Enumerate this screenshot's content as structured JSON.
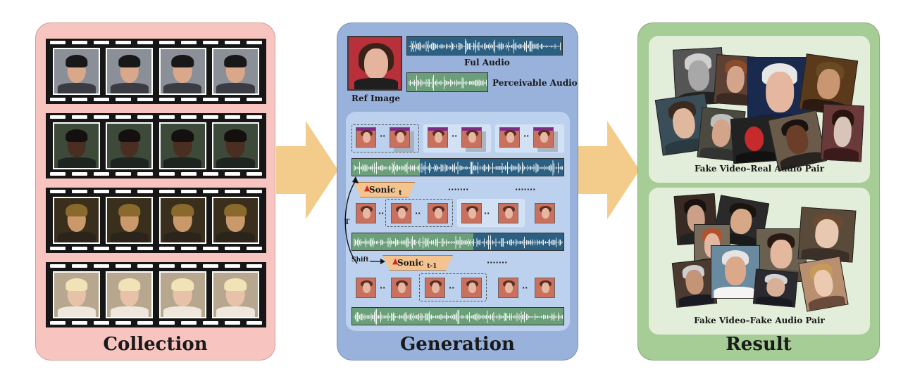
{
  "panels": {
    "collection": {
      "title": "Collection"
    },
    "generation": {
      "title": "Generation",
      "ref_image_label": "Ref Image",
      "full_audio_label": "Ful Audio",
      "perceivable_audio_label": "Perceivable Audio",
      "sonic_label": "Sonic",
      "sonic_t_sub": "t",
      "sonic_t1_sub": "t-1",
      "shift_label": "Shift",
      "t_label": "T",
      "ellipsis": "·······"
    },
    "result": {
      "title": "Result",
      "pair_real_label": "Fake Video–Real Audio Pair",
      "pair_fake_label": "Fake Video–Fake Audio Pair"
    }
  },
  "colors": {
    "collection_bg": "#f8c4c0",
    "generation_bg": "#98b2dc",
    "result_bg": "#a7cd97",
    "arrow": "#f3cc8c",
    "audio_blue": "#2c6083",
    "audio_green": "#6b9f7a"
  }
}
